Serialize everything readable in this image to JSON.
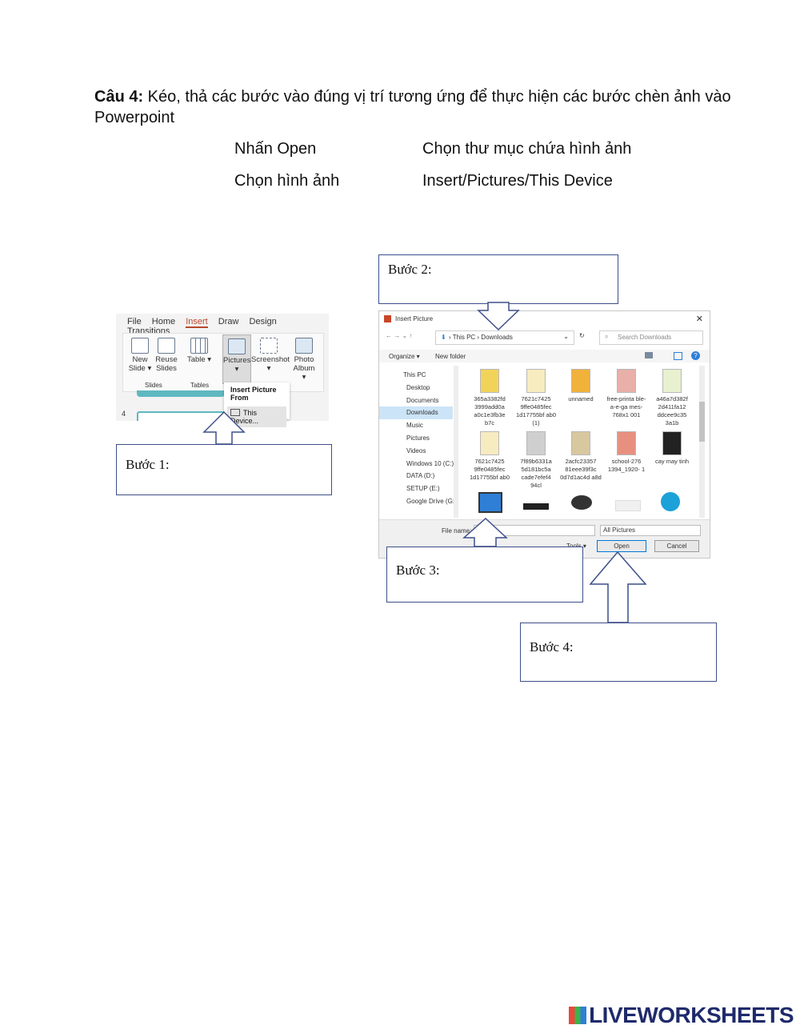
{
  "question": {
    "label": "Câu 4:",
    "text": " Kéo, thả các bước vào đúng vị trí tương ứng để thực hiện các bước chèn ảnh vào Powerpoint"
  },
  "options": [
    "Nhấn Open",
    "Chọn thư mục chứa hình ảnh",
    "Chọn hình ảnh",
    "Insert/Pictures/This Device"
  ],
  "steps": [
    "Bước 1:",
    "Bước 2:",
    "Bước 3:",
    "Bước 4:"
  ],
  "ribbon": {
    "tabs": [
      "File",
      "Home",
      "Insert",
      "Draw",
      "Design",
      "Transitions"
    ],
    "buttons": [
      {
        "label": "New Slide ▾",
        "icon": "new-slide-icon"
      },
      {
        "label": "Reuse Slides",
        "icon": "reuse-slides-icon"
      },
      {
        "label": "Table ▾",
        "icon": "table-icon"
      },
      {
        "label": "Pictures ▾",
        "icon": "pictures-icon"
      },
      {
        "label": "Screenshot ▾",
        "icon": "screenshot-icon"
      },
      {
        "label": "Photo Album ▾",
        "icon": "photo-album-icon"
      }
    ],
    "groups": [
      "Slides",
      "Tables"
    ],
    "slide_number": "4",
    "menu_header": "Insert Picture From",
    "menu_item": "This Device..."
  },
  "dialog": {
    "title": "Insert Picture",
    "close": "✕",
    "breadcrumb": "› This PC › Downloads",
    "search_placeholder": "Search Downloads",
    "organize": "Organize ▾",
    "new_folder": "New folder",
    "tree": [
      "This PC",
      "Desktop",
      "Documents",
      "Downloads",
      "Music",
      "Pictures",
      "Videos",
      "Windows 10 (C:)",
      "DATA (D:)",
      "SETUP (E:)",
      "Google Drive (G:"
    ],
    "files": [
      "365a3382fd 3999add0a a0c1e3fb3e b7c",
      "7621c7425 9ffe0485fec 1d17755bf ab0 (1)",
      "unnamed",
      "free-printa ble-a-e-ga mes-768x1 001",
      "a46a7d382f 2d411fa12 ddcee9c35 3a1b",
      "7621c7425 9ffe0485fec 1d17755bf ab0",
      "7f89b6331a 5d181bc5a cade7efef4 94cl",
      "2acfc23357 81eee39f3c 0d7d1ac4d a8d",
      "school-276 1394_1920- 1",
      "cay may tinh"
    ],
    "file_name_label": "File name:",
    "file_type": "All Pictures",
    "tools": "Tools ▾",
    "open": "Open",
    "cancel": "Cancel"
  },
  "branding": "LIVEWORKSHEETS"
}
